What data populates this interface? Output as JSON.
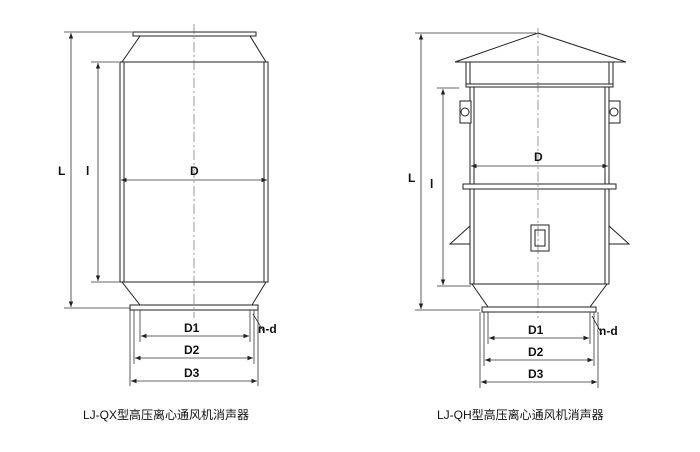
{
  "left": {
    "caption": "LJ-QX型高压离心通风机消声器",
    "labels": {
      "L": "L",
      "l": "l",
      "D": "D",
      "D1": "D1",
      "D2": "D2",
      "D3": "D3",
      "nd": "n-d"
    }
  },
  "right": {
    "caption": "LJ-QH型高压离心通风机消声器",
    "labels": {
      "L": "L",
      "l": "l",
      "D": "D",
      "D1": "D1",
      "D2": "D2",
      "D3": "D3",
      "nd": "n-d"
    }
  }
}
